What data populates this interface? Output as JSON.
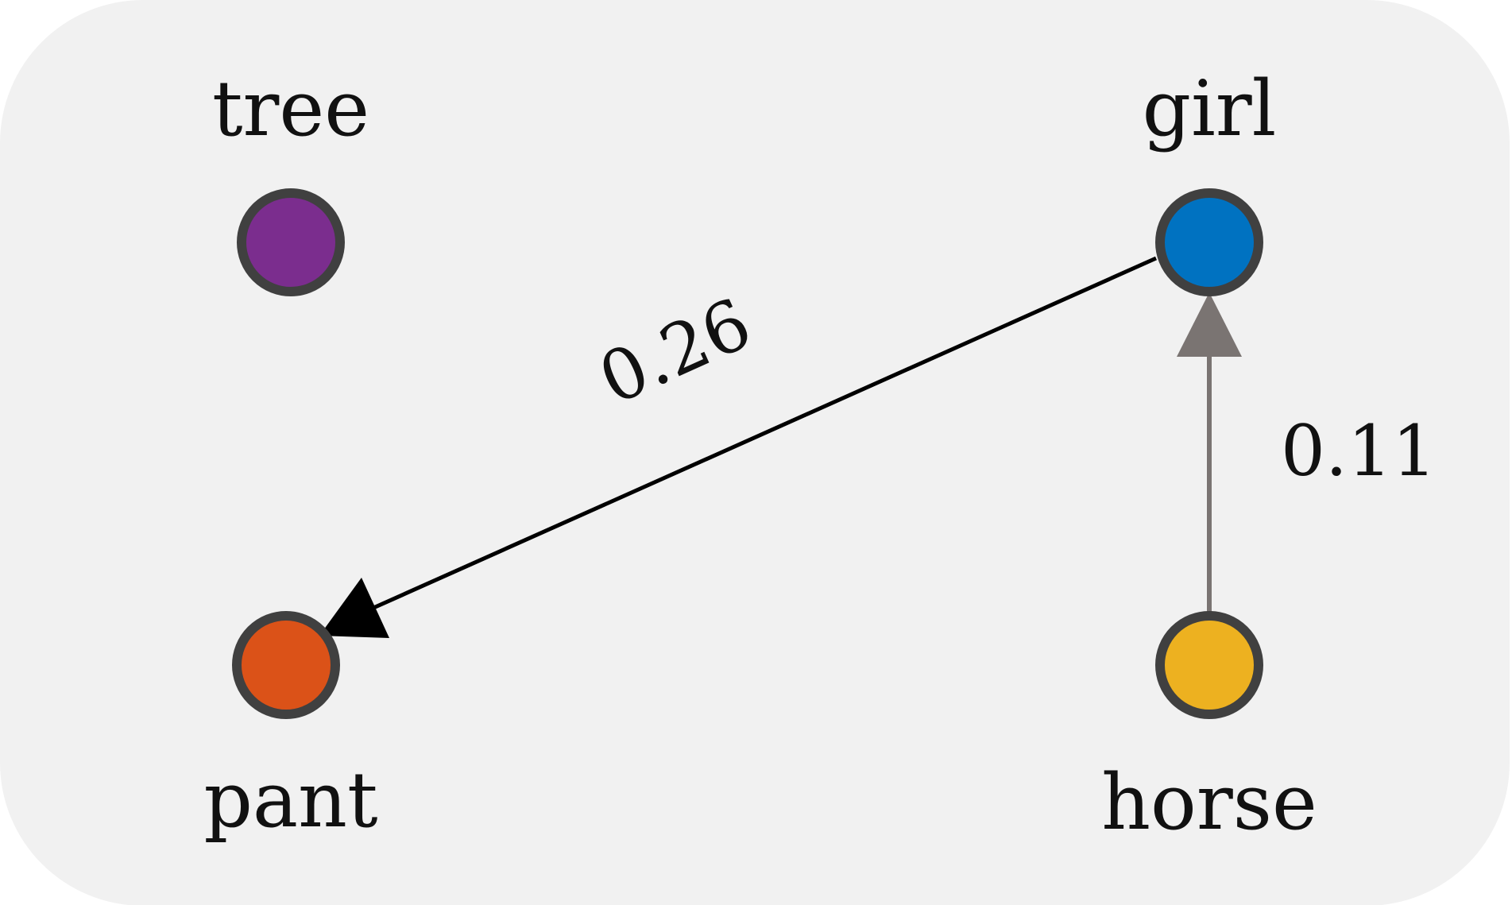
{
  "colors": {
    "panel_bg": "#f1f1f1",
    "node_stroke": "#404040",
    "edge_strong": "#000000",
    "edge_weak": "#7a7472"
  },
  "nodes": {
    "tree": {
      "label": "tree",
      "color": "#7b2d8e"
    },
    "girl": {
      "label": "girl",
      "color": "#0072c1"
    },
    "pant": {
      "label": "pant",
      "color": "#db5218"
    },
    "horse": {
      "label": "horse",
      "color": "#edb120"
    }
  },
  "edges": [
    {
      "from": "girl",
      "to": "pant",
      "weight": "0.26"
    },
    {
      "from": "horse",
      "to": "girl",
      "weight": "0.11"
    }
  ]
}
